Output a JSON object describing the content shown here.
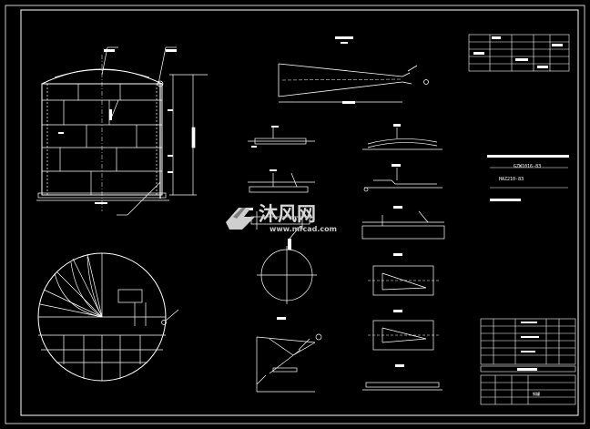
{
  "watermark": {
    "brand": "沐风网",
    "site": "www.mfcad.com"
  },
  "notes": {
    "line1": "GZW1016-83",
    "line2": "HAZ210-83"
  },
  "title_block": {
    "name": "钢罐"
  },
  "colors": {
    "background": "#000000",
    "line": "#ffffff",
    "watermark": "#d0d0d0"
  }
}
